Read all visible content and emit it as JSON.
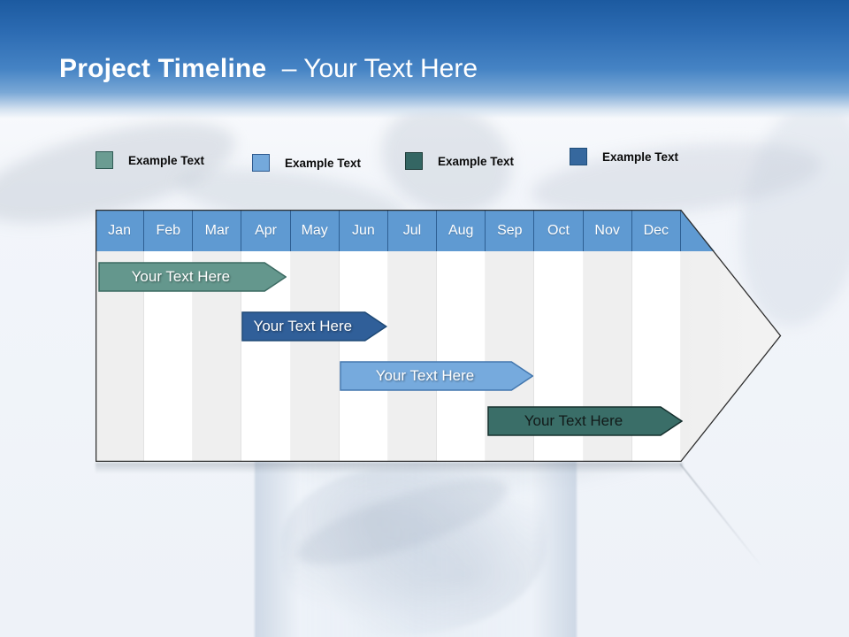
{
  "slide": {
    "title_main": "Project Timeline",
    "title_suffix": "– Your Text Here"
  },
  "legend": {
    "items": [
      {
        "label": "Example Text",
        "color": "#6B9C92",
        "border": "#2F5A54"
      },
      {
        "label": "Example Text",
        "color": "#74A9DC",
        "border": "#2E5A8F"
      },
      {
        "label": "Example Text",
        "color": "#346663",
        "border": "#1E3C39"
      },
      {
        "label": "Example Text",
        "color": "#36689E",
        "border": "#1F4E79"
      }
    ]
  },
  "chart_data": {
    "type": "bar",
    "subtype": "gantt-timeline",
    "title": "Project Timeline – Your Text Here",
    "categories": [
      "Jan",
      "Feb",
      "Mar",
      "Apr",
      "May",
      "Jun",
      "Jul",
      "Aug",
      "Sep",
      "Oct",
      "Nov",
      "Dec"
    ],
    "axis_range_months": [
      0,
      12
    ],
    "header_color": "#5F9AD2",
    "header_separator_color": "#2E5F93",
    "stripe_color": "#EFEFEF",
    "arrowhead_color": "#F1F1F1",
    "outline_color": "#2E2E2E",
    "tasks": [
      {
        "label": "Your Text Here",
        "start_month": 0.05,
        "end_month": 3.88,
        "fill": "#64978D",
        "stroke": "#3C6A62",
        "text_color": "#FFFFFF"
      },
      {
        "label": "Your Text Here",
        "start_month": 2.99,
        "end_month": 5.94,
        "fill": "#305F99",
        "stroke": "#1E4976",
        "text_color": "#FFFFFF"
      },
      {
        "label": "Your Text Here",
        "start_month": 5.0,
        "end_month": 8.94,
        "fill": "#76AADD",
        "stroke": "#4377AE",
        "text_color": "#FFFFFF"
      },
      {
        "label": "Your Text Here",
        "start_month": 8.03,
        "end_month": 12.0,
        "fill": "#3A6E68",
        "stroke": "#16302E",
        "text_color": "#121A19"
      }
    ]
  }
}
